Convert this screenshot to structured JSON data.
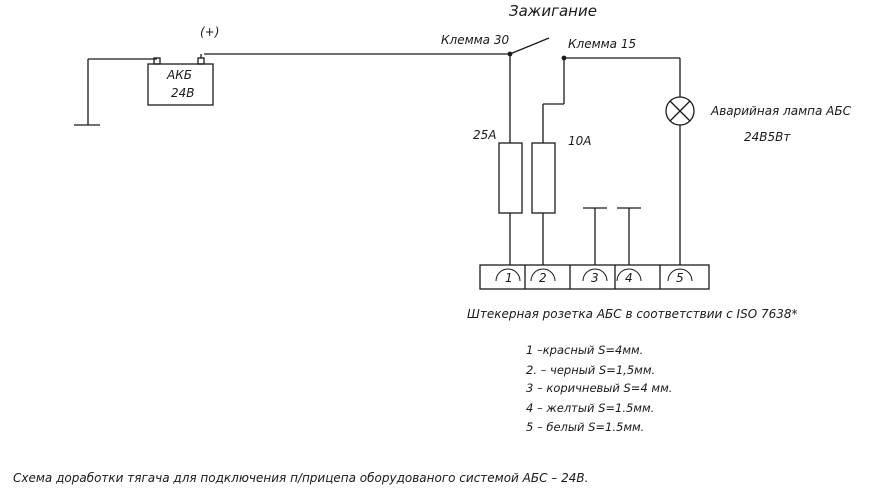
{
  "labels": {
    "ignition": "Зажигание",
    "plus": "(+)",
    "terminal30": "Клемма 30",
    "terminal15": "Клемма 15",
    "battery_line1": "АКБ",
    "battery_line2": "24В",
    "lamp_line1": "Аварийная лампа АБС",
    "lamp_line2": "24В5Вт",
    "fuse1": "25А",
    "fuse2": "10А",
    "socket_caption": "Штекерная розетка АБС в соответствии с ISO 7638*",
    "caption": "Схема доработки тягача для подключения п/прицепа оборудованого системой АБС – 24В."
  },
  "socket_pins": [
    "1",
    "2",
    "3",
    "4",
    "5"
  ],
  "wires": [
    "1 –красный S=4мм.",
    "2. – черный S=1,5мм.",
    "3 – коричневый S=4 мм.",
    "4 – желтый S=1.5мм.",
    "5 – белый S=1.5мм."
  ]
}
